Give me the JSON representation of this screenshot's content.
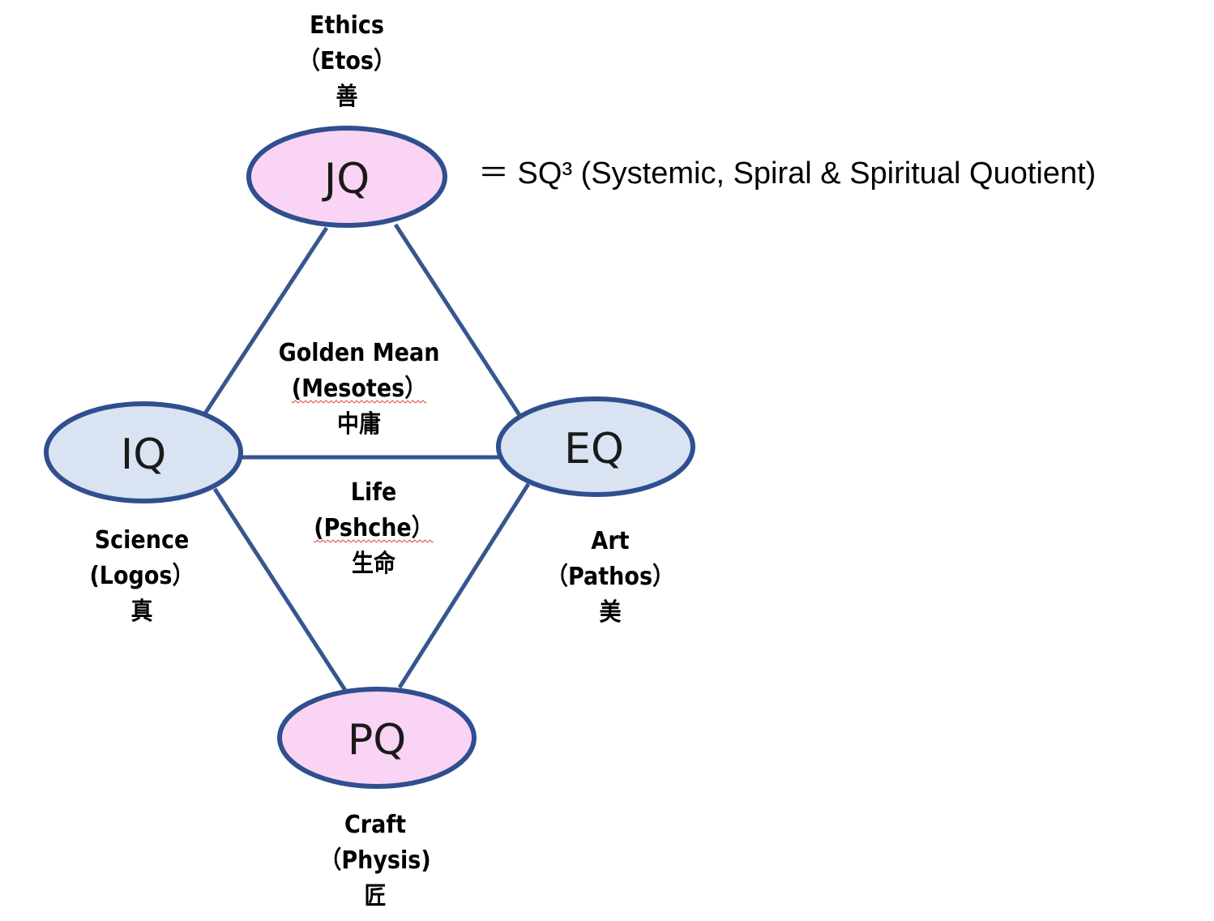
{
  "colors": {
    "edge": "#36568f",
    "node_outline": "#2f4f8f",
    "node_fill_pink": "#fad4f4",
    "node_fill_blue": "#d9e3f2"
  },
  "nodes": {
    "jq": {
      "label": "JQ"
    },
    "iq": {
      "label": "IQ"
    },
    "eq": {
      "label": "EQ"
    },
    "pq": {
      "label": "PQ"
    }
  },
  "labels": {
    "ethics": {
      "line1": "Ethics",
      "line2": "（Etos）",
      "line3": "善"
    },
    "golden_mean": {
      "line1": "Golden Mean",
      "line2": "(Mesotes）",
      "line3": "中庸"
    },
    "life": {
      "line1": "Life",
      "line2": "(Pshche）",
      "line3": "生命"
    },
    "science": {
      "line1": "Science",
      "line2": "(Logos）",
      "line3": "真"
    },
    "art": {
      "line1": "Art",
      "line2": "（Pathos）",
      "line3": "美"
    },
    "craft": {
      "line1": "Craft",
      "line2": "（Physis)",
      "line3": "匠"
    }
  },
  "formula": "＝ SQ³ (Systemic, Spiral & Spiritual Quotient)"
}
